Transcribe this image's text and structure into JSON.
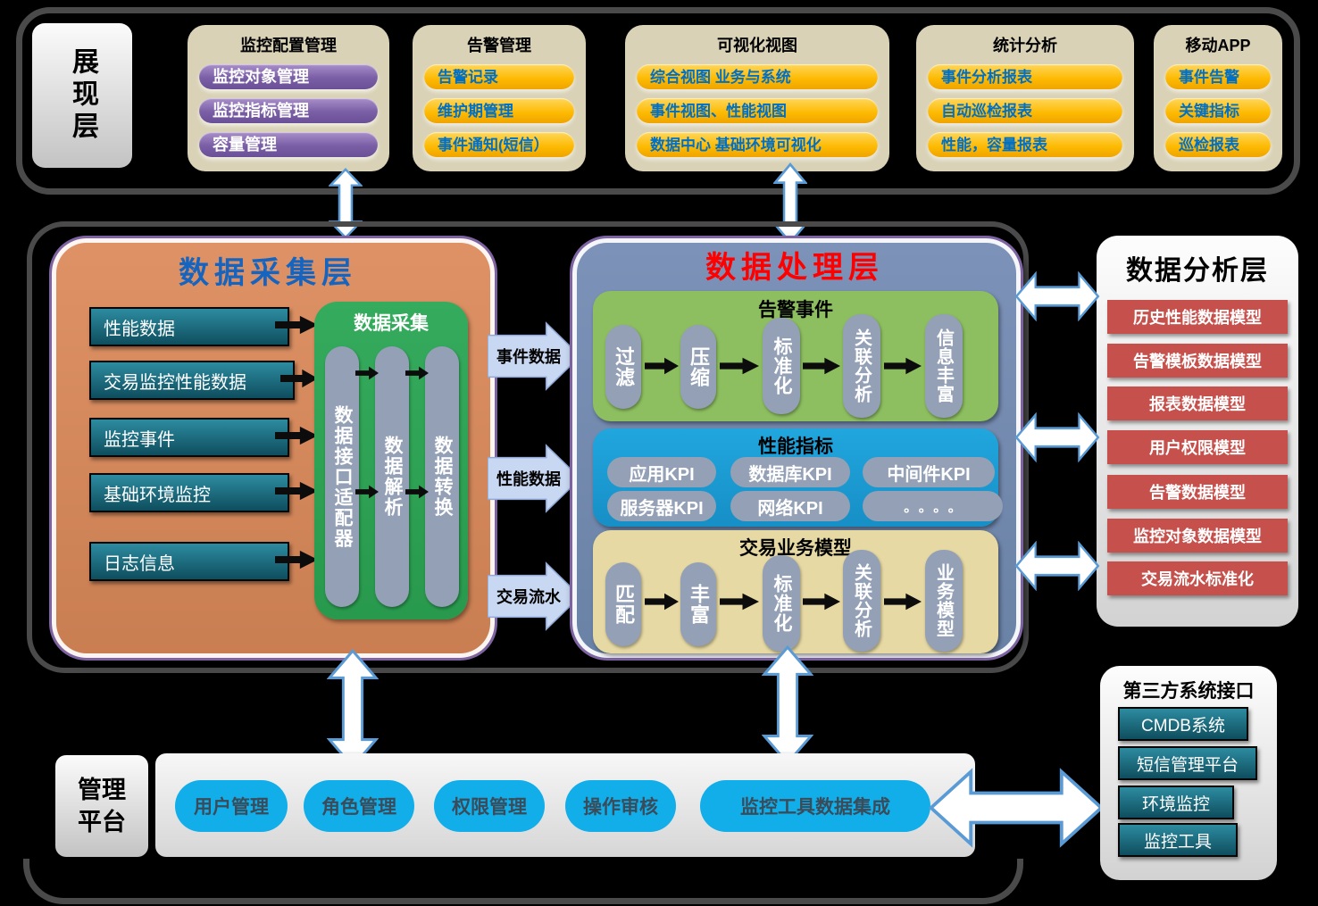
{
  "presentation_layer": {
    "label": "展现层",
    "groups": [
      {
        "title": "监控配置管理",
        "items": [
          "监控对象管理",
          "监控指标管理",
          "容量管理"
        ]
      },
      {
        "title": "告警管理",
        "items": [
          "告警记录",
          "维护期管理",
          "事件通知(短信）"
        ]
      },
      {
        "title": "可视化视图",
        "items": [
          "综合视图 业务与系统",
          "事件视图、性能视图",
          "数据中心 基础环境可视化"
        ]
      },
      {
        "title": "统计分析",
        "items": [
          "事件分析报表",
          "自动巡检报表",
          "性能，容量报表"
        ]
      },
      {
        "title": "移动APP",
        "items": [
          "事件告警",
          "关键指标",
          "巡检报表"
        ]
      }
    ]
  },
  "collection_layer": {
    "title": "数据采集层",
    "sources": [
      "性能数据",
      "交易监控性能数据",
      "监控事件",
      "基础环境监控",
      "日志信息"
    ],
    "collector": {
      "title": "数据采集",
      "steps": [
        "数据接口适配器",
        "数据解析",
        "数据转换"
      ]
    }
  },
  "flow_arrows": [
    "事件数据",
    "性能数据",
    "交易流水"
  ],
  "processing_layer": {
    "title": "数据处理层",
    "alarm_events": {
      "title": "告警事件",
      "steps": [
        "过滤",
        "压缩",
        "标准化",
        "关联分析",
        "信息丰富"
      ]
    },
    "performance_kpi": {
      "title": "性能指标",
      "items": [
        "应用KPI",
        "数据库KPI",
        "中间件KPI",
        "服务器KPI",
        "网络KPI",
        "。。。。"
      ]
    },
    "trade_model": {
      "title": "交易业务模型",
      "steps": [
        "匹配",
        "丰富",
        "标准化",
        "关联分析",
        "业务模型"
      ]
    }
  },
  "analysis_layer": {
    "title": "数据分析层",
    "items": [
      "历史性能数据模型",
      "告警模板数据模型",
      "报表数据模型",
      "用户权限模型",
      "告警数据模型",
      "监控对象数据模型",
      "交易流水标准化"
    ]
  },
  "management_platform": {
    "label": "管理平台",
    "items": [
      "用户管理",
      "角色管理",
      "权限管理",
      "操作审核",
      "监控工具数据集成"
    ]
  },
  "third_party": {
    "title": "第三方系统接口",
    "items": [
      "CMDB系统",
      "短信管理平台",
      "环境监控",
      "监控工具"
    ]
  },
  "colors": {
    "background": "#000000",
    "section_border": "#4a4a4a",
    "group_bg": "#d9d2b7",
    "purple_pill": "#7a5ea6",
    "gold_pill": "#fdb900",
    "gold_pill_text": "#0070c6",
    "collection_box": "#d2885c",
    "processing_box": "#7389ad",
    "collection_title_text": "#1565c0",
    "processing_title_text": "#ff0000",
    "teal_box": "#15596a",
    "green_collector": "#2ea556",
    "alarm_green": "#8dbf60",
    "kpi_blue": "#1b9ed6",
    "trade_tan": "#e6d9a4",
    "gray_step_pill": "#93a0b6",
    "red_model_bar": "#c5504c",
    "cyan_pill": "#12aee9",
    "flow_arrow": "#c9d8f2",
    "double_arrow_stroke": "#5b9bd5"
  }
}
